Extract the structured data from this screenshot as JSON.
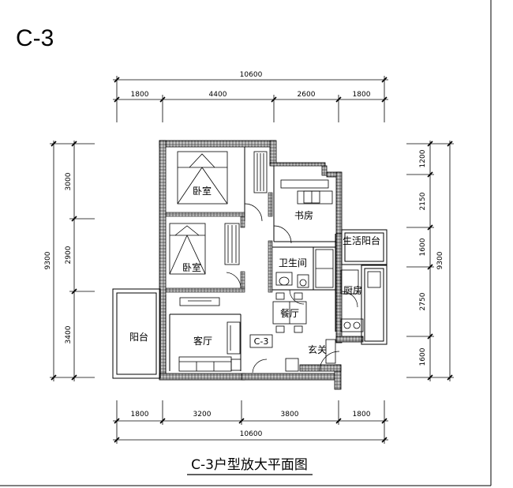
{
  "plan_code": "C-3",
  "caption": "C-3户型放大平面图",
  "unit_tag": "C-3",
  "rooms": {
    "bedroom_master": "卧室",
    "bedroom_second": "卧室",
    "study": "书房",
    "bathroom": "卫生间",
    "utility_balcony": "生活阳台",
    "kitchen": "厨房",
    "dining": "餐厅",
    "living": "客厅",
    "balcony": "阳台",
    "entrance": "玄关"
  },
  "dimensions": {
    "top_total": "10600",
    "top_segments": [
      "1800",
      "4400",
      "2600",
      "1800"
    ],
    "bottom_segments": [
      "1800",
      "3200",
      "3800",
      "1800"
    ],
    "bottom_total": "10600",
    "left_total": "9300",
    "left_segments": [
      "3000",
      "2900",
      "3400"
    ],
    "right_total": "9300",
    "right_segments": [
      "1200",
      "2150",
      "1600",
      "2750",
      "1600"
    ]
  },
  "colors": {
    "line": "#000000",
    "wall_fill": "#b5b5b5",
    "paper": "#ffffff"
  }
}
